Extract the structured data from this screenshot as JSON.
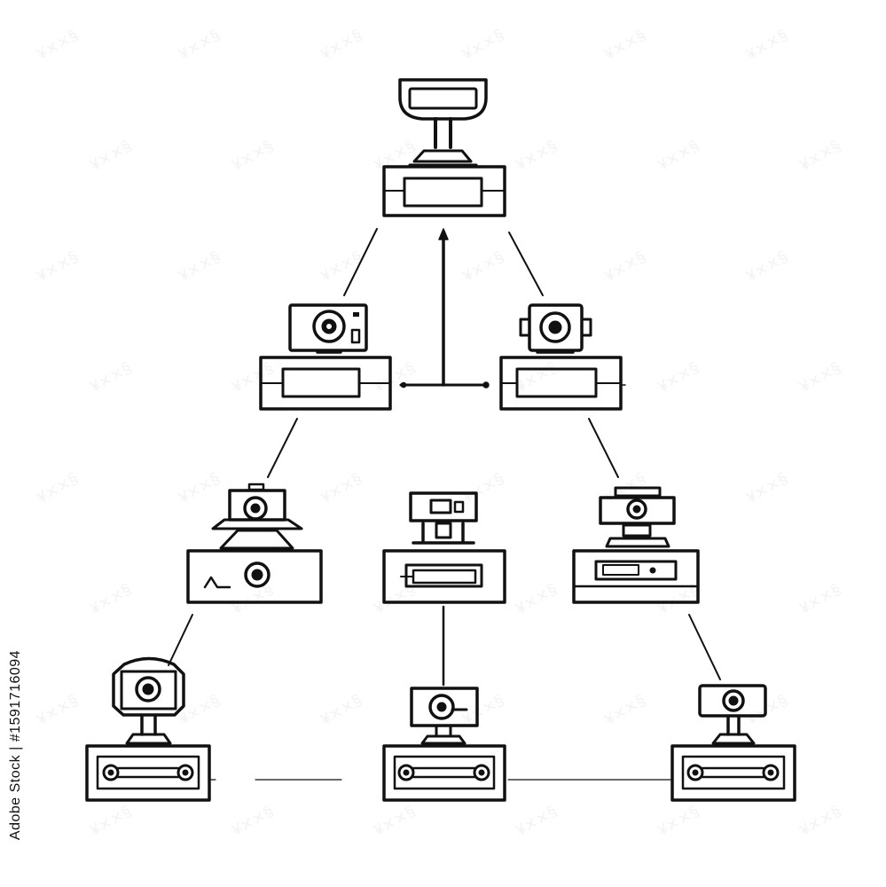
{
  "watermark": {
    "stock_id": "Adobe Stock | #1591716094"
  },
  "colors": {
    "ink": "#111111",
    "background": "#ffffff"
  },
  "nodes": [
    {
      "id": "root",
      "icon": "trophy-camera-icon"
    },
    {
      "id": "level2-left",
      "icon": "camera-icon"
    },
    {
      "id": "level2-right",
      "icon": "camera-icon"
    },
    {
      "id": "level3-left",
      "icon": "projector-camera-icon"
    },
    {
      "id": "level3-center",
      "icon": "webcam-icon"
    },
    {
      "id": "level3-right",
      "icon": "webcam-icon"
    },
    {
      "id": "level4-left",
      "icon": "camera-icon"
    },
    {
      "id": "level4-center",
      "icon": "webcam-icon"
    },
    {
      "id": "level4-right",
      "icon": "webcam-icon"
    }
  ]
}
